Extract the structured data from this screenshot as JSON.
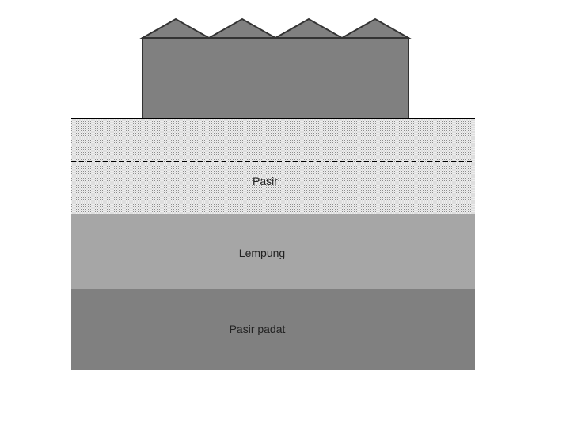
{
  "layers": [
    {
      "label": "Pasir",
      "fill": "#e8e8e8",
      "pattern": "dotted"
    },
    {
      "label": "Lempung",
      "fill": "#a6a6a6",
      "pattern": "solid"
    },
    {
      "label": "Pasir padat",
      "fill": "#808080",
      "pattern": "solid"
    }
  ],
  "building": {
    "body_color": "#808080",
    "outline_color": "#333333",
    "roof_peaks": 4
  },
  "ground_line_color": "#000000",
  "water_table_line": {
    "style": "dashed",
    "color": "#000000"
  }
}
